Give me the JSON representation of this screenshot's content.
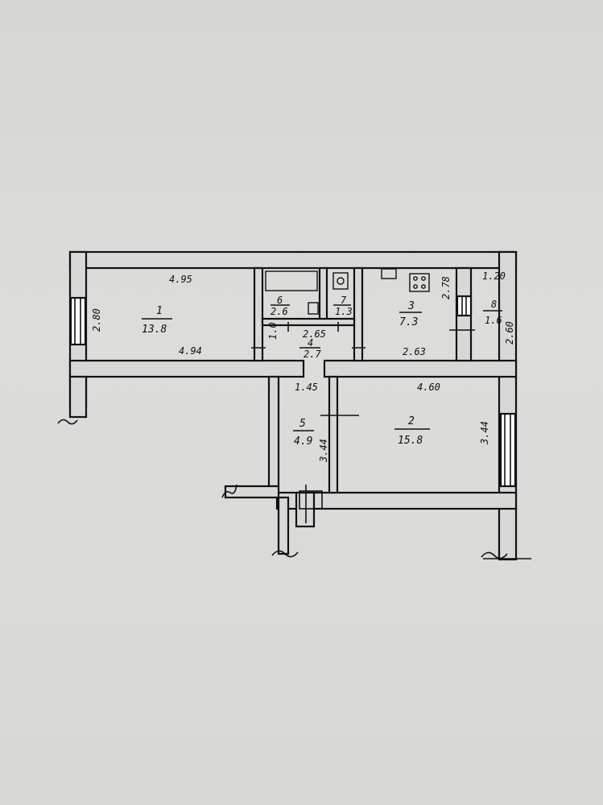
{
  "rooms": [
    {
      "id": "r1",
      "number": "1",
      "area": "13.8",
      "dims": [
        "4.95",
        "4.94",
        "2.80"
      ]
    },
    {
      "id": "r2",
      "number": "2",
      "area": "15.8",
      "dims": [
        "4.60",
        "3.44"
      ]
    },
    {
      "id": "r3",
      "number": "3",
      "area": "7.3",
      "dims": [
        "2.63",
        "2.78"
      ]
    },
    {
      "id": "r4",
      "number": "4",
      "area": "2.7",
      "dims": [
        "2.65",
        "1.0"
      ]
    },
    {
      "id": "r5",
      "number": "5",
      "area": "4.9",
      "dims": [
        "1.45",
        "3.44"
      ]
    },
    {
      "id": "r6",
      "number": "6",
      "area": "2.6"
    },
    {
      "id": "r7",
      "number": "7",
      "area": "1.3"
    },
    {
      "id": "r8",
      "number": "8",
      "area": "1.6",
      "dims": [
        "1.20",
        "2.60"
      ]
    }
  ]
}
